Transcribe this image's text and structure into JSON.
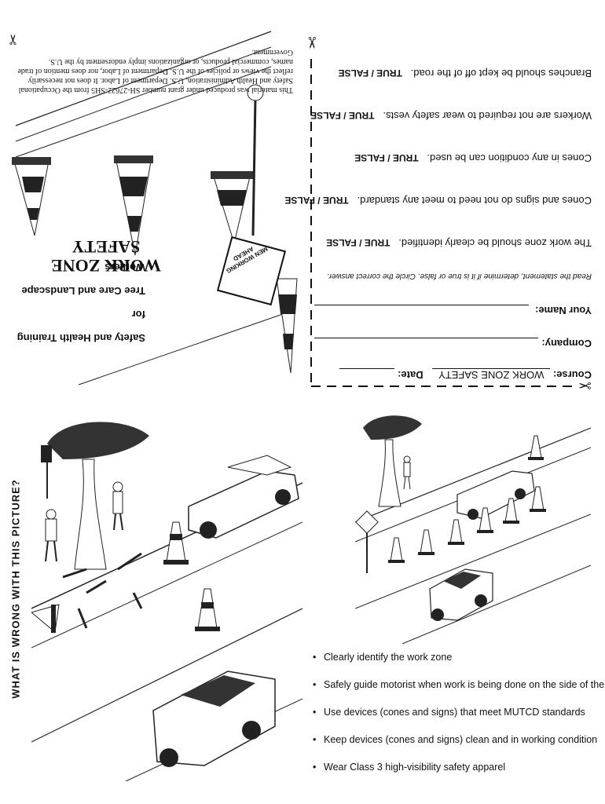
{
  "cover": {
    "disclaimer": "This material was produced under grant number SH-27622-SH5 from the Occupational Safety and Health Administration, U.S. Department of Labor. It does not necessarily reflect the views or policies of the U.S. Department of Labor, nor does mention of trade names, commercial products, or organizations imply endorsement by the U.S. Government.",
    "title_line1": "WORK ZONE",
    "title_line2": "SAFETY",
    "subtitle_line1": "Safety and Health Training for",
    "subtitle_line2": "Tree Care and Landscape Workers",
    "sign_text": "MEN WORKING AHEAD"
  },
  "quiz": {
    "course_label": "Course:",
    "course_value": "WORK ZONE SAFETY",
    "date_label": "Date:",
    "company_label": "Company:",
    "name_label": "Your Name:",
    "instructions": "Read the statement, determine if it is true or false. Circle the correct answer.",
    "answer": "TRUE / FALSE",
    "statements": [
      "The work zone should be clearly identified.",
      "Cones and signs do not need to meet any standard.",
      "Cones in any condition can be used.",
      "Workers are not required to wear safety vests.",
      "Branches should be kept off of the road."
    ]
  },
  "bottom": {
    "question": "WHAT IS WRONG WITH THIS PICTURE?",
    "bullets": [
      "Clearly identify the work zone",
      "Safely guide motorist when work is being done on the side of the road",
      "Use devices (cones and signs) that meet MUTCD standards",
      "Keep devices (cones and signs)  clean and in working condition",
      "Wear Class 3 high-visibility safety apparel"
    ]
  }
}
